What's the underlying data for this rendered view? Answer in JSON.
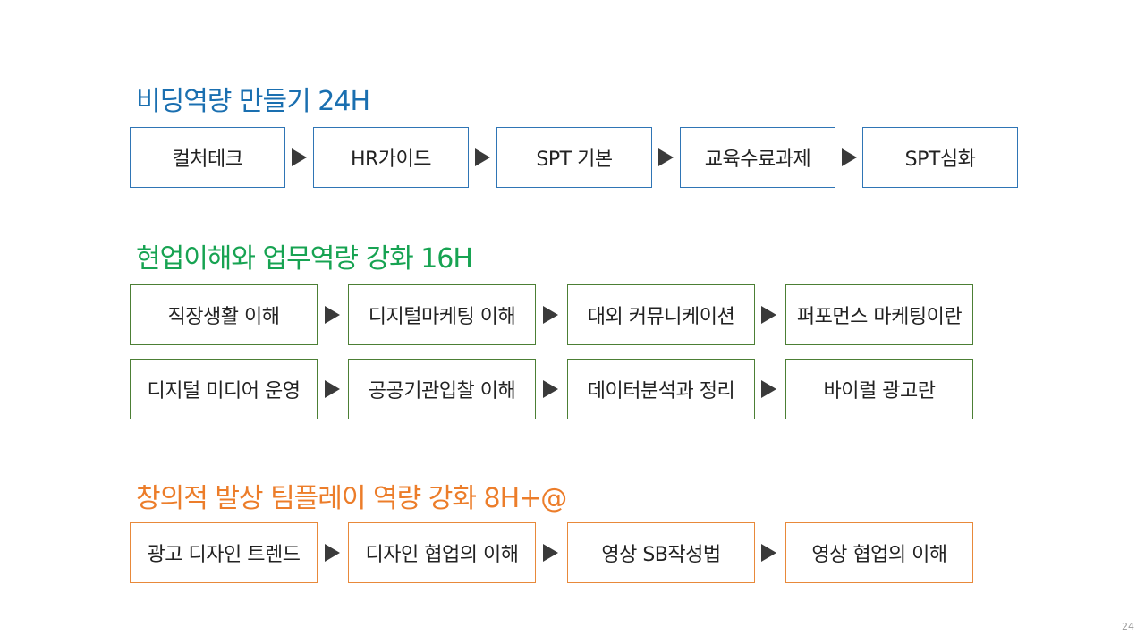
{
  "sections": [
    {
      "title": "비딩역량 만들기 24H",
      "color": "#1a6fb0",
      "rows": [
        [
          "컬처테크",
          "HR가이드",
          "SPT 기본",
          "교육수료과제",
          "SPT심화"
        ]
      ]
    },
    {
      "title": "현업이해와 업무역량 강화 16H",
      "color": "#17a352",
      "rows": [
        [
          "직장생활 이해",
          "디지털마케팅 이해",
          "대외 커뮤니케이션",
          "퍼포먼스 마케팅이란"
        ],
        [
          "디지털 미디어 운영",
          "공공기관입찰 이해",
          "데이터분석과 정리",
          "바이럴 광고란"
        ]
      ]
    },
    {
      "title": "창의적 발상 팀플레이 역량 강화 8H+@",
      "color": "#ec7d2a",
      "rows": [
        [
          "광고 디자인 트렌드",
          "디자인 협업의 이해",
          "영상 SB작성법",
          "영상 협업의 이해"
        ]
      ]
    }
  ],
  "page_number": "24",
  "icons": {
    "step_arrow": "right-triangle-icon"
  }
}
